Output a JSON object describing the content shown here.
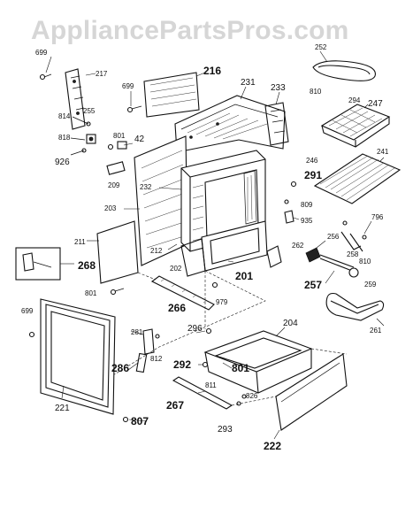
{
  "watermark": "AppliancePartsPros.com",
  "labels": {
    "l699a": "699",
    "l217": "217",
    "l216": "216",
    "l699b": "699",
    "l231": "231",
    "l233": "233",
    "l252": "252",
    "l810a": "810",
    "l294": "294",
    "l247": "247",
    "l814": "814",
    "l255": "255",
    "l801a": "801",
    "l42": "42",
    "l818": "818",
    "l926": "926",
    "l209": "209",
    "l232": "232",
    "l246": "246",
    "l291": "291",
    "l241": "241",
    "l203": "203",
    "l809": "809",
    "l935": "935",
    "l796": "796",
    "l211": "211",
    "l262": "262",
    "l256": "256",
    "l268": "268",
    "l212": "212",
    "l202": "202",
    "l201": "201",
    "l258": "258",
    "l810b": "810",
    "l801b": "801",
    "l257": "257",
    "l259": "259",
    "l266": "266",
    "l979": "979",
    "l699c": "699",
    "l261": "261",
    "l296": "296",
    "l204": "204",
    "l281": "281",
    "l812": "812",
    "l286": "286",
    "l292": "292",
    "l801c": "801",
    "l811": "811",
    "l267": "267",
    "l826": "826",
    "l221": "221",
    "l807": "807",
    "l293": "293",
    "l222": "222"
  }
}
